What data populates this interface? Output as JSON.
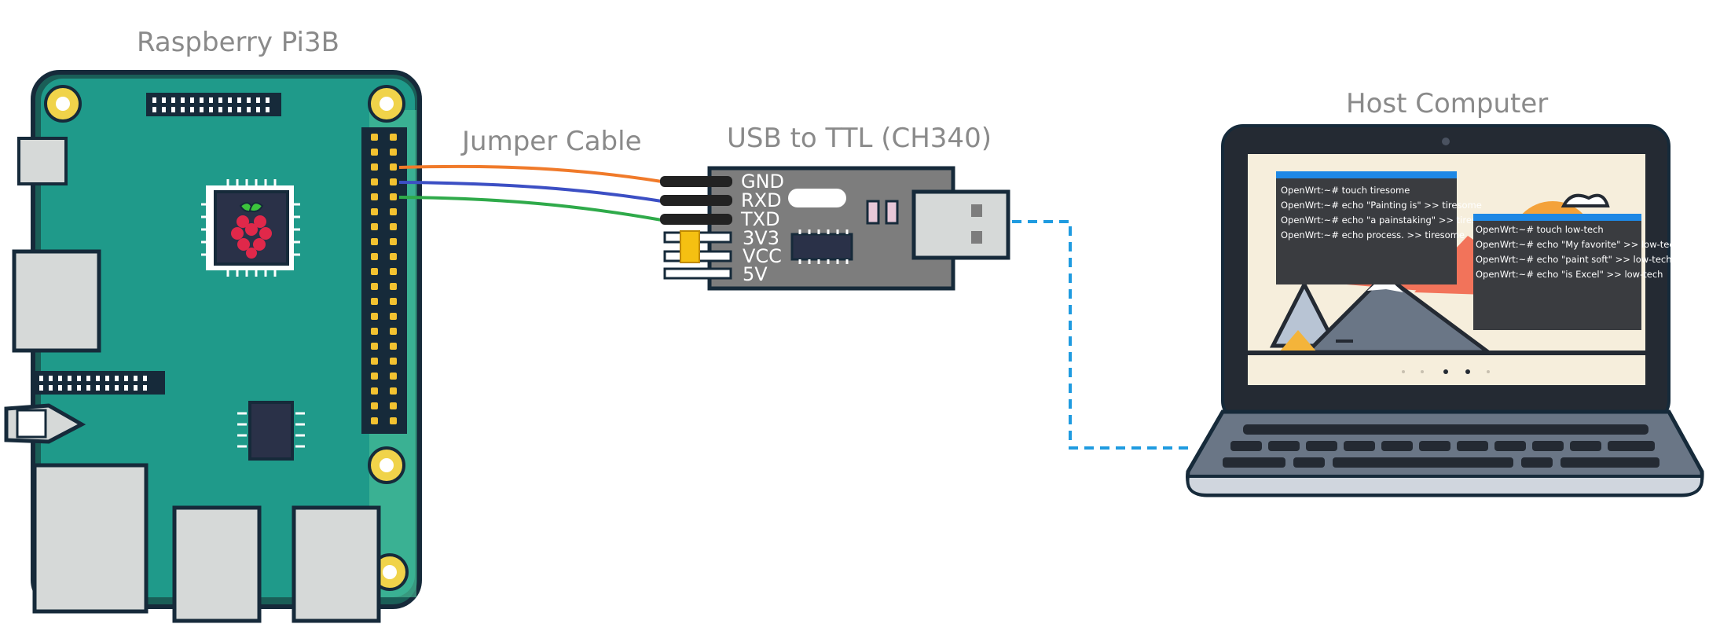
{
  "labels": {
    "pi": "Raspberry Pi3B",
    "cable": "Jumper Cable",
    "usb": "USB to TTL (CH340)",
    "host": "Host Computer"
  },
  "pins": [
    "GND",
    "RXD",
    "TXD",
    "3V3",
    "VCC",
    "5V"
  ],
  "terminal_left": [
    "OpenWrt:~# touch tiresome",
    "OpenWrt:~# echo \"Painting is\" >> tiresome",
    "OpenWrt:~# echo \"a painstaking\" >> tiresome",
    "OpenWrt:~# echo process. >> tiresome"
  ],
  "terminal_right": [
    "OpenWrt:~# touch low-tech",
    "OpenWrt:~# echo \"My favorite\" >> low-tech",
    "OpenWrt:~# echo \"paint soft\" >> low-tech",
    "OpenWrt:~# echo \"is Excel\" >> low-tech"
  ],
  "colors": {
    "board": "#1f9a8a",
    "wire_gnd": "#f07a2a",
    "wire_rxd": "#3c4fc4",
    "wire_txd": "#2faa4a",
    "usb_link": "#1f9be0",
    "terminal_bar": "#1e88e5"
  }
}
